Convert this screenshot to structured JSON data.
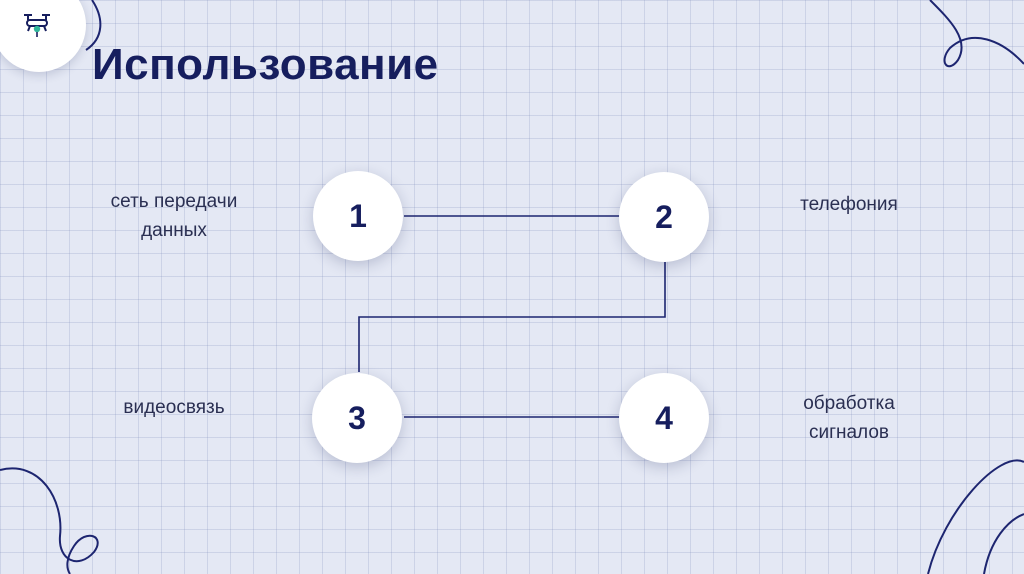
{
  "slide": {
    "title": "Использование",
    "logo_icon": "drone-icon",
    "accent_color": "#161e5e",
    "steps": [
      {
        "number": "1",
        "label": "сеть передачи\nданных"
      },
      {
        "number": "2",
        "label": "телефония"
      },
      {
        "number": "3",
        "label": "видеосвязь"
      },
      {
        "number": "4",
        "label": "обработка\nсигналов"
      }
    ]
  }
}
